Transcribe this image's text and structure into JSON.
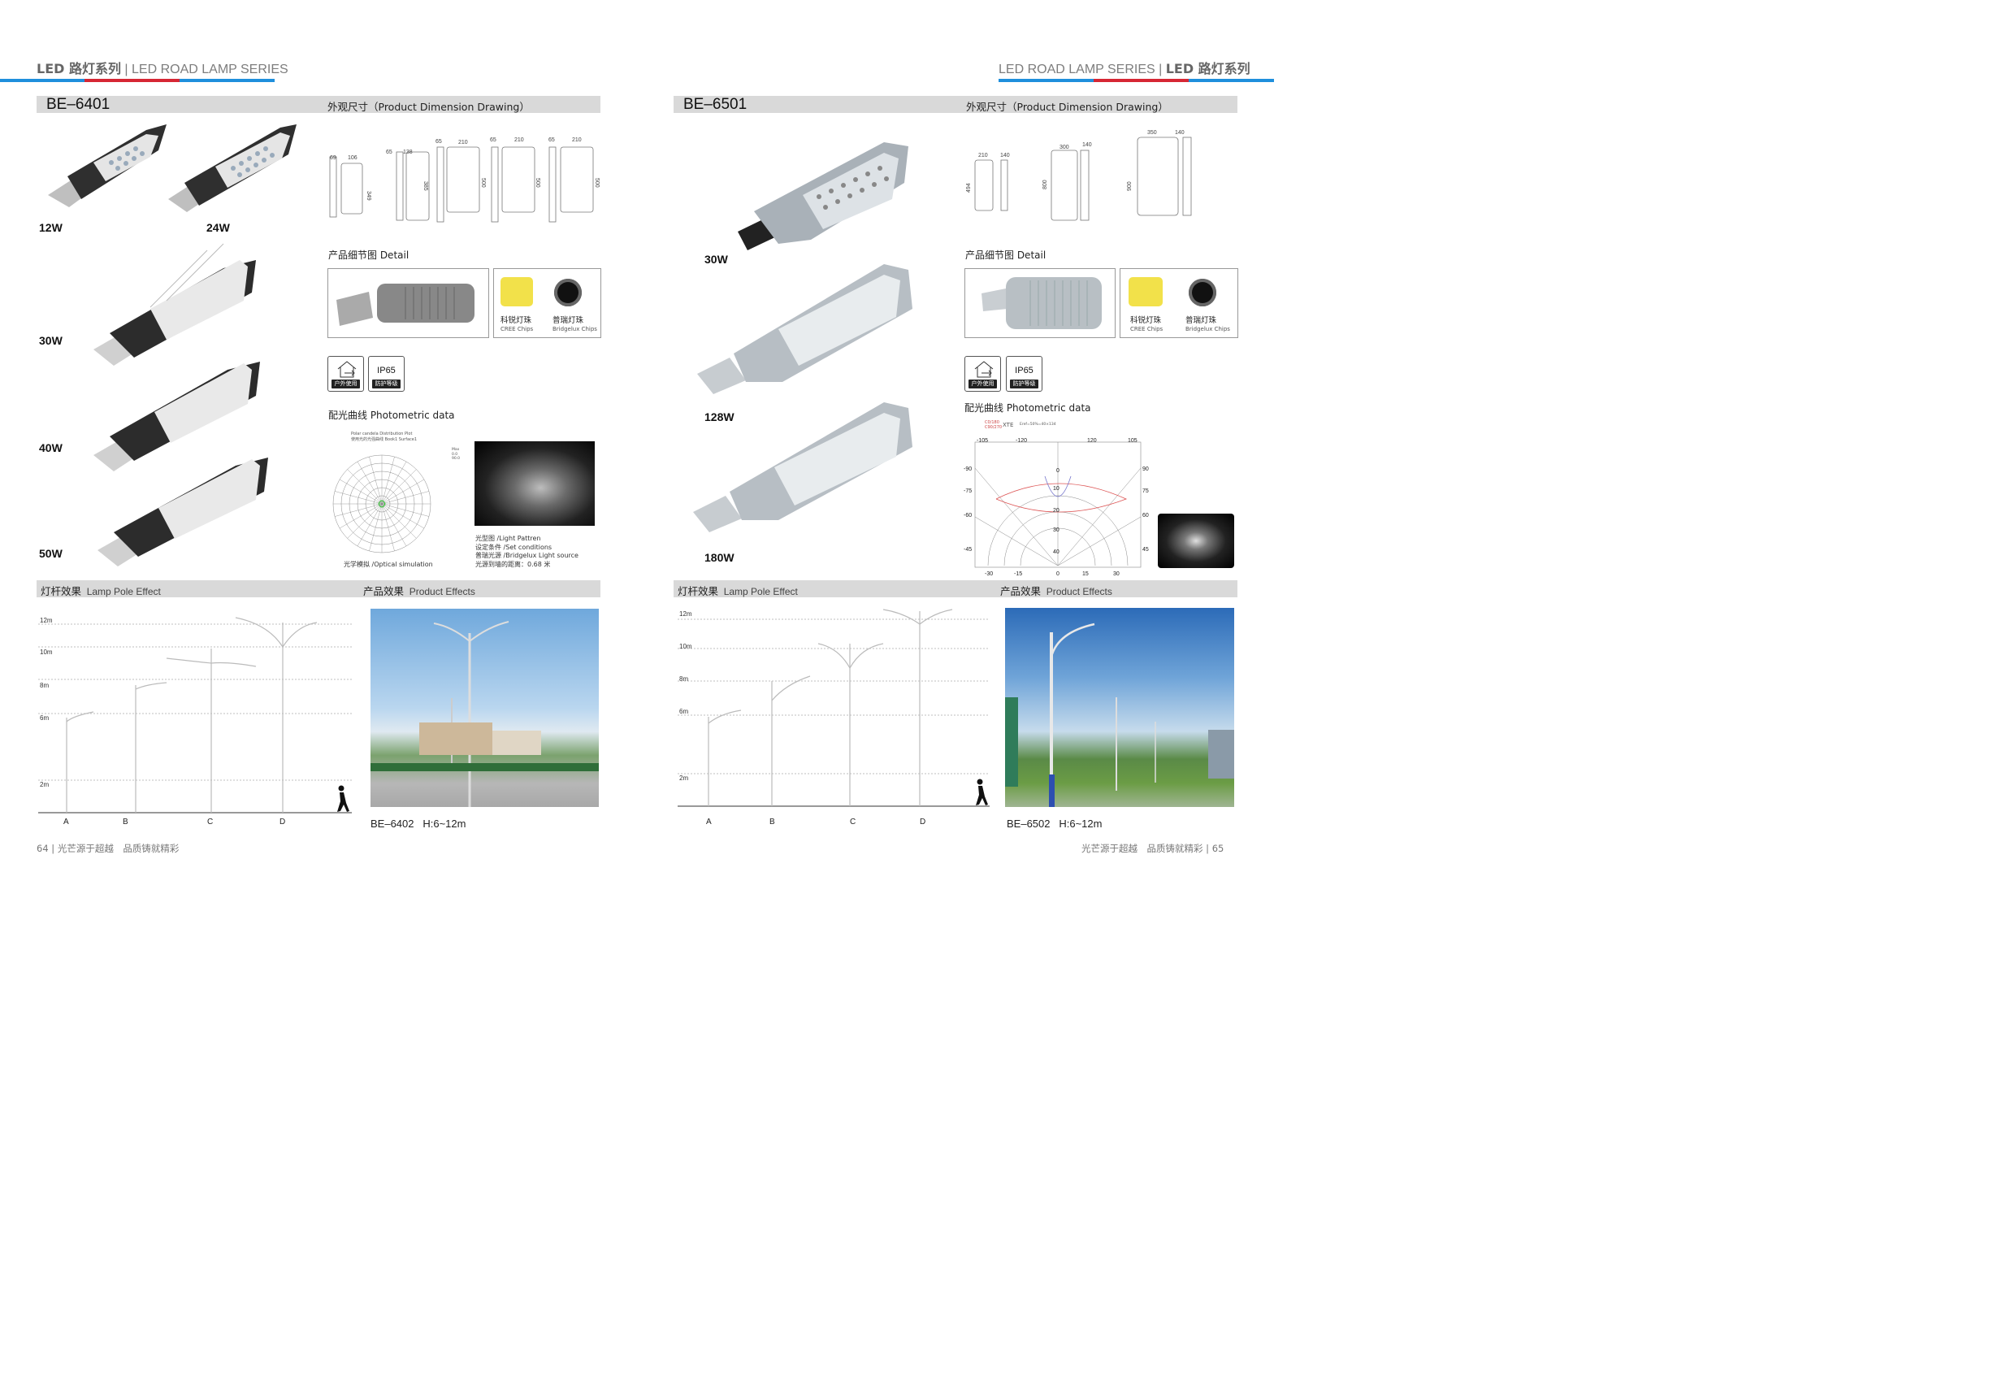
{
  "left": {
    "series_zh": "LED 路灯系列",
    "series_en": "LED ROAD LAMP SERIES",
    "model": "BE–6401",
    "dimension_title": "外观尺寸（Product Dimension Drawing）",
    "dims": {
      "d1": [
        "69",
        "106",
        "349"
      ],
      "d2": [
        "65",
        "138",
        "385"
      ],
      "d3": [
        "65",
        "210",
        "500"
      ],
      "d4": [
        "65",
        "210",
        "500"
      ],
      "d5": [
        "65",
        "210",
        "500"
      ]
    },
    "watts": [
      "12W",
      "24W",
      "30W",
      "40W",
      "50W"
    ],
    "detail_title": "产品细节图 Detail",
    "chip1_zh": "科锐灯珠",
    "chip1_en": "CREE Chips",
    "chip2_zh": "普瑞灯珠",
    "chip2_en": "Bridgelux Chips",
    "icon_ip": "IP65",
    "icon_outdoor": "户外使用",
    "icon_protect": "防护等级",
    "photometric_title": "配光曲线 Photometric data",
    "polar_title1": "Polar candela Distribution Plot",
    "polar_title2": "使用光的光强曲线 Book1 Surface1",
    "polar_legend": [
      "Max",
      "0.0",
      "90.0"
    ],
    "optical": "光学模拟 /Optical simulation",
    "light_notes": [
      "光型图 /Light Pattren",
      "设定条件 /Set conditions",
      "普瑞光源 /Bridgelux Light source",
      "光源到墙的距离：0.68 米"
    ],
    "pole_title_zh": "灯杆效果",
    "pole_title_en": "Lamp Pole Effect",
    "effect_title_zh": "产品效果",
    "effect_title_en": "Product Effects",
    "heights": [
      "12m",
      "10m",
      "8m",
      "6m",
      "2m"
    ],
    "pole_labels": [
      "A",
      "B",
      "C",
      "D"
    ],
    "photo_caption_model": "BE–6402",
    "photo_caption_h": "H:6~12m",
    "page_no": "64",
    "slogan": "光芒源于超越　品质铸就精彩"
  },
  "right": {
    "series_zh": "LED 路灯系列",
    "series_en": "LED ROAD LAMP SERIES",
    "model": "BE–6501",
    "dimension_title": "外观尺寸（Product Dimension Drawing）",
    "dims": {
      "d1": [
        "210",
        "140",
        "494"
      ],
      "d2": [
        "300",
        "140",
        "800"
      ],
      "d3": [
        "350",
        "140",
        "900"
      ]
    },
    "watts": [
      "30W",
      "128W",
      "180W"
    ],
    "detail_title": "产品细节图 Detail",
    "chip1_zh": "科锐灯珠",
    "chip1_en": "CREE Chips",
    "chip2_zh": "普瑞灯珠",
    "chip2_en": "Bridgelux Chips",
    "icon_ip": "IP65",
    "icon_outdoor": "户外使用",
    "icon_protect": "防护等级",
    "photometric_title": "配光曲线 Photometric data",
    "legend": [
      "C0/180",
      "C90/270"
    ],
    "xte": "XTE",
    "xte_sub": "Eref=50%=40×134",
    "top_ticks": [
      "-105",
      "-120",
      "120",
      "105"
    ],
    "left_ticks": [
      "-90",
      "-75",
      "-60",
      "-45"
    ],
    "right_ticks": [
      "90",
      "75",
      "60",
      "45"
    ],
    "center_ticks": [
      "0",
      "10",
      "20",
      "30",
      "40"
    ],
    "bottom_ticks": [
      "-30",
      "-15",
      "0",
      "15",
      "30"
    ],
    "pole_title_zh": "灯杆效果",
    "pole_title_en": "Lamp Pole Effect",
    "effect_title_zh": "产品效果",
    "effect_title_en": "Product Effects",
    "heights": [
      "12m",
      "10m",
      "8m",
      "6m",
      "2m"
    ],
    "pole_labels": [
      "A",
      "B",
      "C",
      "D"
    ],
    "photo_caption_model": "BE–6502",
    "photo_caption_h": "H:6~12m",
    "page_no": "65",
    "slogan": "光芒源于超越　品质铸就精彩"
  },
  "colors": {
    "blue": "#1f8fdc",
    "red": "#d62734",
    "band": "#d9d9d9"
  }
}
